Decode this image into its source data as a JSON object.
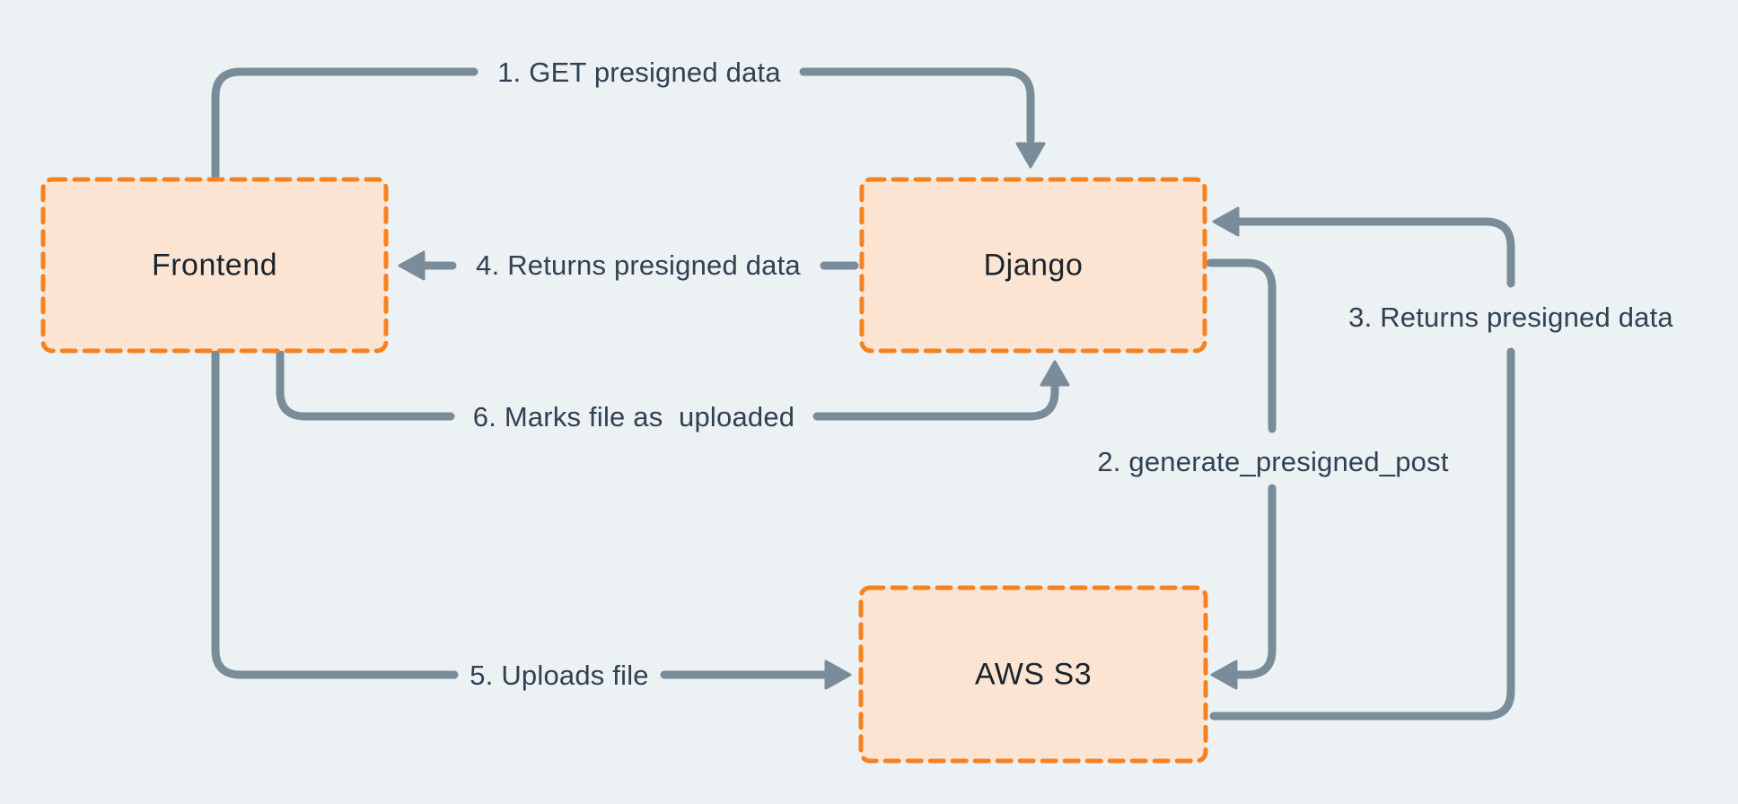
{
  "canvas": {
    "background_color": "#ecf1f4",
    "node_fill_color": "#fce4d2",
    "node_border_color": "#f6821f",
    "connector_color": "#7a8c99",
    "edge_label_color": "#2f4152",
    "node_label_color": "#1a242e"
  },
  "nodes": [
    {
      "id": "frontend",
      "label": "Frontend"
    },
    {
      "id": "django",
      "label": "Django"
    },
    {
      "id": "aws-s3",
      "label": "AWS S3"
    }
  ],
  "edges": [
    {
      "id": "1",
      "label": "1. GET presigned data",
      "from": "frontend",
      "to": "django"
    },
    {
      "id": "2",
      "label": "2. generate_presigned_post",
      "from": "django",
      "to": "aws-s3"
    },
    {
      "id": "3",
      "label": "3. Returns presigned data",
      "from": "aws-s3",
      "to": "django"
    },
    {
      "id": "4",
      "label": "4. Returns presigned data",
      "from": "django",
      "to": "frontend"
    },
    {
      "id": "5",
      "label": "5. Uploads file",
      "from": "frontend",
      "to": "aws-s3"
    },
    {
      "id": "6",
      "label": "6. Marks file as  uploaded",
      "from": "frontend",
      "to": "django"
    }
  ]
}
